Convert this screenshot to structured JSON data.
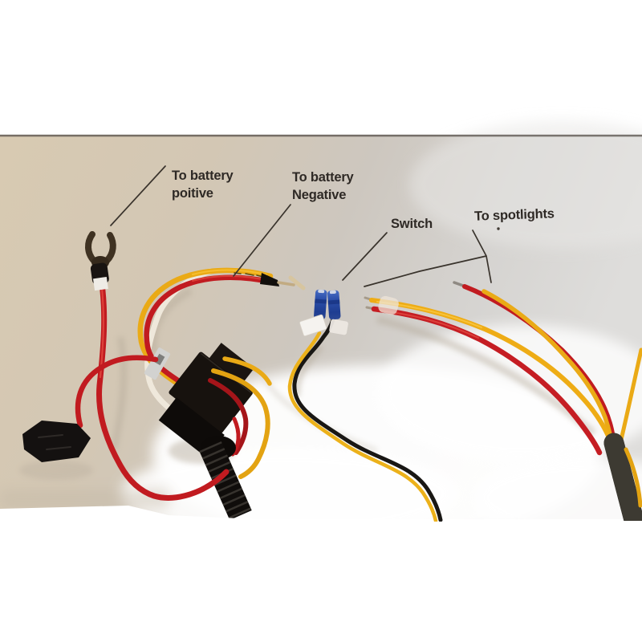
{
  "scene": {
    "description": "Photograph of a spotlight wiring harness kit (relay, inline fuse holder, switch spade terminals, red and yellow output wires) laid on a beige-grey surface, annotated with black leader lines and bold labels",
    "photo_area": "full width, from y=168 to y=646, white page above and below"
  },
  "labels": {
    "battery_positive": {
      "line1": "To battery",
      "line2": "poitive"
    },
    "battery_negative": {
      "line1": "To battery",
      "line2": "Negative"
    },
    "switch": {
      "text": "Switch"
    },
    "spotlights": {
      "text": "To spotlights"
    }
  },
  "parts": [
    {
      "name": "fork-terminal",
      "description": "bronze fork/spade terminal with black heatshrink on red wire (battery positive)"
    },
    {
      "name": "battery-negative-wire-end",
      "description": "red+yellow wire pair ending in black tape cone with bare twisted tip"
    },
    {
      "name": "relay",
      "description": "black automotive relay with silver spade tab"
    },
    {
      "name": "inline-fuse-holder",
      "description": "black hexagonal inline fuse holder on red wire"
    },
    {
      "name": "corrugated-loom-tube",
      "description": "black split-loom tubing below relay"
    },
    {
      "name": "blue-spade-connectors",
      "description": "two blue female spade connectors for switch, with white tag, on yellow+black pair"
    },
    {
      "name": "spotlight-wires",
      "description": "two red/yellow wire pairs with stripped tips entering black ribbed tube at right edge"
    }
  ],
  "colors": {
    "label_text": "#2e2925",
    "leader_line": "#39332c",
    "photo_beige": "#d6c8b2",
    "photo_grey": "#d7d5d2",
    "wire_red": "#c11b20",
    "wire_yellow": "#eaaa16",
    "wire_white": "#efe8db",
    "wire_black": "#17130f",
    "connector_blue": "#2d4fa8",
    "terminal_bronze": "#4a3a26",
    "metal_silver": "#d2d2d0"
  }
}
